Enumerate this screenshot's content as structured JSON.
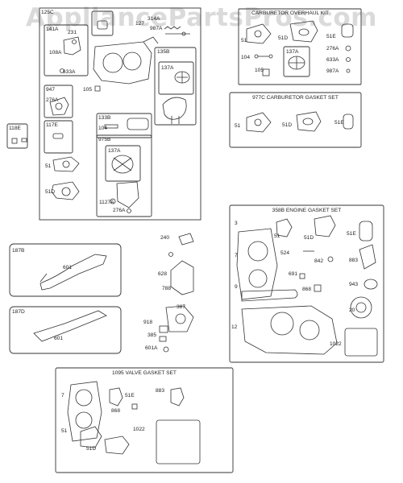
{
  "watermark": "AppliancePartsPros.com",
  "kits": {
    "carb_overhaul": "CARBURETOR OVERHAUL KIT",
    "carb_gasket": "977C CARBURETOR GASKET SET",
    "engine_gasket": "358B ENGINE GASKET SET",
    "valve_gasket": "1095 VALVE GASKET SET"
  },
  "labels": {
    "p125C": "125C",
    "p141A": "141A",
    "p231": "231",
    "p108A": "108A",
    "p633A_a": "633A",
    "p127": "127",
    "p314A": "314A",
    "p987A_a": "987A",
    "p105_a": "105",
    "p135B": "135B",
    "p137A_a": "137A",
    "p947": "947",
    "p276A_a": "276A",
    "p133B": "133B",
    "p104_a": "104",
    "p117E": "117E",
    "p118E": "118E",
    "p975B": "975B",
    "p137A_b": "137A",
    "p51_a": "51",
    "p51D_a": "51D",
    "p1127A": "1127A",
    "p276A_b": "276A",
    "ok51": "51",
    "ok51D": "51D",
    "ok51E": "51E",
    "ok104": "104",
    "ok137A": "137A",
    "ok276A": "276A",
    "ok633A": "633A",
    "ok105": "105",
    "ok987A": "987A",
    "cg51": "51",
    "cg51D": "51D",
    "cg51E": "51E",
    "eg3": "3",
    "eg51": "51",
    "eg51D": "51D",
    "eg51E": "51E",
    "eg7": "7",
    "eg524": "524",
    "eg842": "842",
    "eg883": "883",
    "eg691": "691",
    "eg9": "9",
    "eg868": "868",
    "eg943": "943",
    "eg20": "20",
    "eg12": "12",
    "eg1022": "1022",
    "p187B": "187B",
    "p601_a": "601",
    "p187D": "187D",
    "p601_b": "601",
    "p240": "240",
    "p628": "628",
    "p788": "788",
    "p387": "387",
    "p918": "918",
    "p385": "385",
    "p601A": "601A",
    "vg7": "7",
    "vg51E": "51E",
    "vg883": "883",
    "vg868": "868",
    "vg51": "51",
    "vg51D": "51D",
    "vg1022": "1022"
  }
}
